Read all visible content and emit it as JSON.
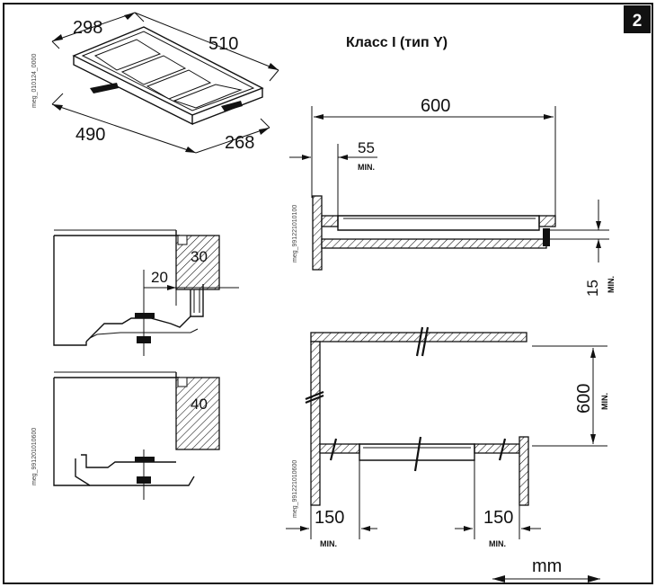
{
  "badge": "2",
  "title": "Класс I (тип Y)",
  "unit": "mm",
  "min_label": "MIN.",
  "refs": {
    "hob": "meg_010124_0000",
    "side": "meg_991221010100",
    "section": "meg_991201010600",
    "plan": "meg_991221010600"
  },
  "hob_dims": {
    "depth": "298",
    "width": "510",
    "cutout_width": "490",
    "cutout_depth": "268"
  },
  "side_dims": {
    "width": "600",
    "gap_min": "55",
    "clearance_min": "15"
  },
  "worktop_thickness": {
    "thin": "30",
    "thick": "40",
    "offset": "20"
  },
  "plan_dims": {
    "wall_min": "600",
    "left_min": "150",
    "right_min": "150"
  }
}
